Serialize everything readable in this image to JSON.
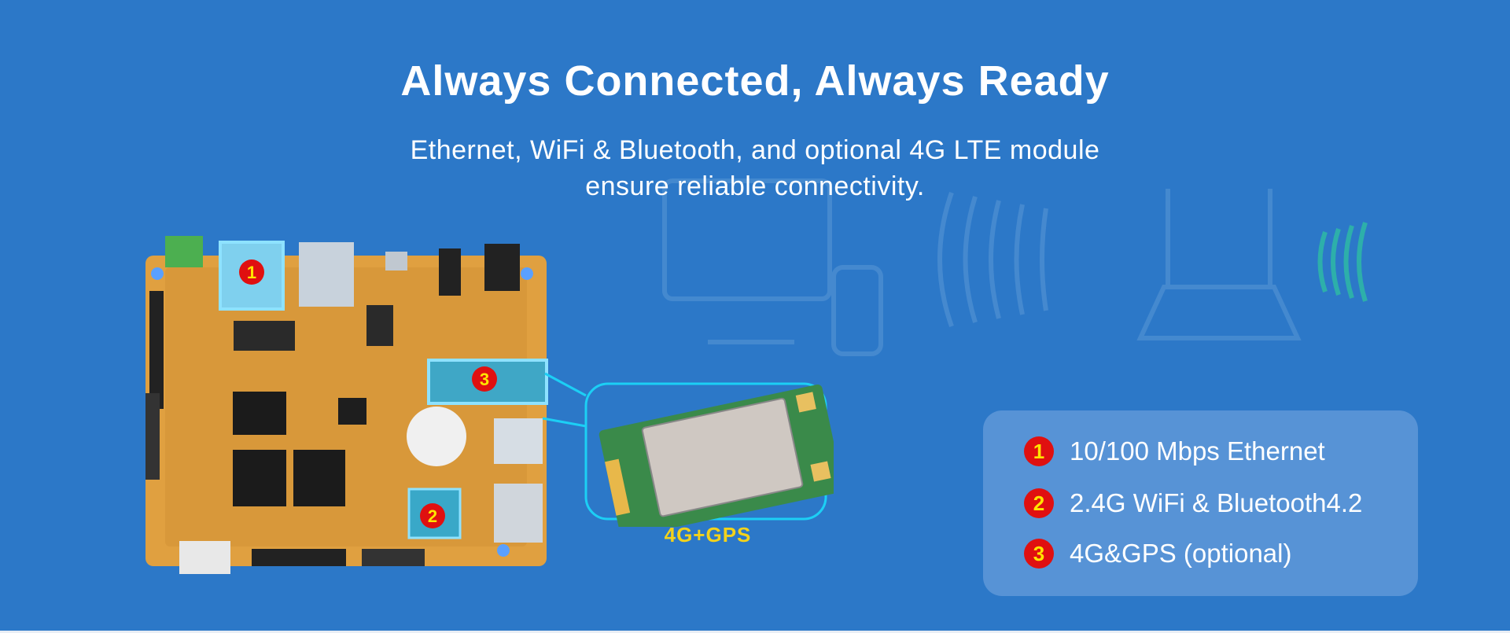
{
  "header": {
    "title": "Always Connected, Always Ready",
    "subtitle_line1": "Ethernet, WiFi & Bluetooth, and optional 4G LTE module",
    "subtitle_line2": "ensure reliable connectivity."
  },
  "board": {
    "markers": [
      "1",
      "2",
      "3"
    ]
  },
  "module": {
    "label": "4G+GPS"
  },
  "features": [
    {
      "num": "1",
      "text": "10/100 Mbps Ethernet"
    },
    {
      "num": "2",
      "text": "2.4G WiFi & Bluetooth4.2"
    },
    {
      "num": "3",
      "text": "4G&GPS (optional)"
    }
  ],
  "colors": {
    "background": "#2c78c8",
    "highlight": "#7fd0ee",
    "marker_red": "#e01010",
    "marker_yellow": "#ffe400",
    "label_yellow": "#f3d21b",
    "board_orange": "#e0a040"
  }
}
